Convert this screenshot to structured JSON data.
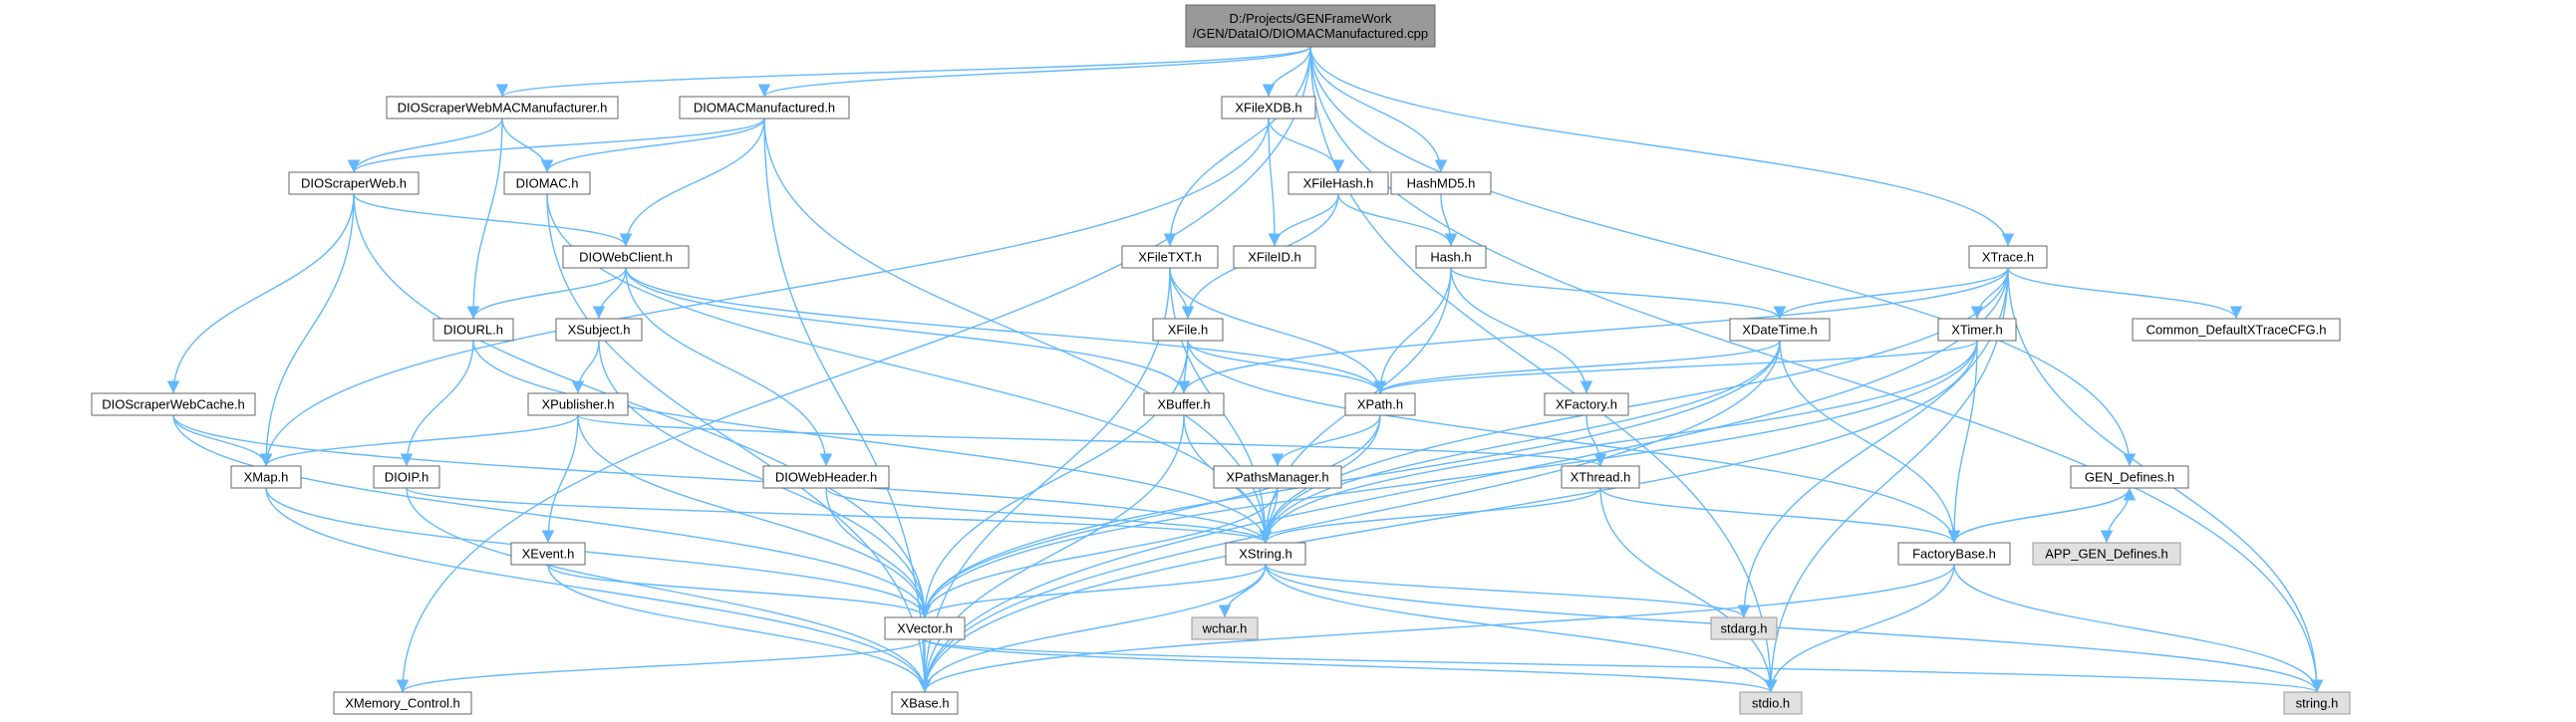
{
  "graph": {
    "root": {
      "id": "root",
      "lines": [
        "D:/Projects/GENFrameWork",
        "/GEN/DataIO/DIOMACManufactured.cpp"
      ]
    },
    "nodes": [
      {
        "id": "DIOScraperWebMACManufacturer.h",
        "label": "DIOScraperWebMACManufacturer.h"
      },
      {
        "id": "DIOMACManufactured.h",
        "label": "DIOMACManufactured.h"
      },
      {
        "id": "XFileXDB.h",
        "label": "XFileXDB.h"
      },
      {
        "id": "HashMD5.h",
        "label": "HashMD5.h"
      },
      {
        "id": "DIOScraperWeb.h",
        "label": "DIOScraperWeb.h"
      },
      {
        "id": "DIOMAC.h",
        "label": "DIOMAC.h"
      },
      {
        "id": "XFileHash.h",
        "label": "XFileHash.h"
      },
      {
        "id": "Hash.h",
        "label": "Hash.h"
      },
      {
        "id": "XFileID.h",
        "label": "XFileID.h"
      },
      {
        "id": "DIOWebClient.h",
        "label": "DIOWebClient.h"
      },
      {
        "id": "XFileTXT.h",
        "label": "XFileTXT.h"
      },
      {
        "id": "XTrace.h",
        "label": "XTrace.h"
      },
      {
        "id": "DIOURL.h",
        "label": "DIOURL.h"
      },
      {
        "id": "XSubject.h",
        "label": "XSubject.h"
      },
      {
        "id": "XFile.h",
        "label": "XFile.h"
      },
      {
        "id": "XDateTime.h",
        "label": "XDateTime.h"
      },
      {
        "id": "XTimer.h",
        "label": "XTimer.h"
      },
      {
        "id": "Common_DefaultXTraceCFG.h",
        "label": "Common_DefaultXTraceCFG.h"
      },
      {
        "id": "DIOScraperWebCache.h",
        "label": "DIOScraperWebCache.h"
      },
      {
        "id": "XPublisher.h",
        "label": "XPublisher.h"
      },
      {
        "id": "XBuffer.h",
        "label": "XBuffer.h"
      },
      {
        "id": "XPath.h",
        "label": "XPath.h"
      },
      {
        "id": "XFactory.h",
        "label": "XFactory.h"
      },
      {
        "id": "XMap.h",
        "label": "XMap.h"
      },
      {
        "id": "DIOIP.h",
        "label": "DIOIP.h"
      },
      {
        "id": "DIOWebHeader.h",
        "label": "DIOWebHeader.h"
      },
      {
        "id": "XPathsManager.h",
        "label": "XPathsManager.h"
      },
      {
        "id": "XThread.h",
        "label": "XThread.h"
      },
      {
        "id": "GEN_Defines.h",
        "label": "GEN_Defines.h"
      },
      {
        "id": "XEvent.h",
        "label": "XEvent.h"
      },
      {
        "id": "XString.h",
        "label": "XString.h"
      },
      {
        "id": "FactoryBase.h",
        "label": "FactoryBase.h"
      },
      {
        "id": "APP_GEN_Defines.h",
        "label": "APP_GEN_Defines.h",
        "system": true
      },
      {
        "id": "XVector.h",
        "label": "XVector.h"
      },
      {
        "id": "wchar.h",
        "label": "wchar.h",
        "system": true
      },
      {
        "id": "stdarg.h",
        "label": "stdarg.h",
        "system": true
      },
      {
        "id": "XMemory_Control.h",
        "label": "XMemory_Control.h"
      },
      {
        "id": "XBase.h",
        "label": "XBase.h"
      },
      {
        "id": "stdio.h",
        "label": "stdio.h",
        "system": true
      },
      {
        "id": "string.h",
        "label": "string.h",
        "system": true
      }
    ],
    "edges": [
      [
        "root",
        "DIOScraperWebMACManufacturer.h"
      ],
      [
        "root",
        "DIOMACManufactured.h"
      ],
      [
        "root",
        "XFileXDB.h"
      ],
      [
        "root",
        "HashMD5.h"
      ],
      [
        "root",
        "XFileTXT.h"
      ],
      [
        "root",
        "XTrace.h"
      ],
      [
        "root",
        "GEN_Defines.h"
      ],
      [
        "root",
        "XMemory_Control.h"
      ],
      [
        "root",
        "stdio.h"
      ],
      [
        "root",
        "string.h"
      ],
      [
        "DIOScraperWebMACManufacturer.h",
        "DIOScraperWeb.h"
      ],
      [
        "DIOScraperWebMACManufacturer.h",
        "DIOMAC.h"
      ],
      [
        "DIOScraperWebMACManufacturer.h",
        "DIOURL.h"
      ],
      [
        "DIOMACManufactured.h",
        "DIOScraperWeb.h"
      ],
      [
        "DIOMACManufactured.h",
        "DIOMAC.h"
      ],
      [
        "DIOMACManufactured.h",
        "DIOWebClient.h"
      ],
      [
        "DIOMACManufactured.h",
        "XString.h"
      ],
      [
        "DIOMACManufactured.h",
        "XBase.h"
      ],
      [
        "XFileXDB.h",
        "XFileHash.h"
      ],
      [
        "XFileXDB.h",
        "XFileID.h"
      ],
      [
        "XFileXDB.h",
        "XMap.h"
      ],
      [
        "HashMD5.h",
        "Hash.h"
      ],
      [
        "DIOScraperWeb.h",
        "DIOWebClient.h"
      ],
      [
        "DIOScraperWeb.h",
        "DIOScraperWebCache.h"
      ],
      [
        "DIOScraperWeb.h",
        "XMap.h"
      ],
      [
        "DIOScraperWeb.h",
        "XVector.h"
      ],
      [
        "DIOMAC.h",
        "XString.h"
      ],
      [
        "DIOMAC.h",
        "XBase.h"
      ],
      [
        "XFileHash.h",
        "XFileID.h"
      ],
      [
        "XFileHash.h",
        "Hash.h"
      ],
      [
        "XFileHash.h",
        "XFile.h"
      ],
      [
        "Hash.h",
        "XDateTime.h"
      ],
      [
        "Hash.h",
        "XPath.h"
      ],
      [
        "Hash.h",
        "XFactory.h"
      ],
      [
        "Hash.h",
        "XString.h"
      ],
      [
        "DIOWebClient.h",
        "DIOURL.h"
      ],
      [
        "DIOWebClient.h",
        "XSubject.h"
      ],
      [
        "DIOWebClient.h",
        "DIOWebHeader.h"
      ],
      [
        "DIOWebClient.h",
        "XBuffer.h"
      ],
      [
        "DIOWebClient.h",
        "XPath.h"
      ],
      [
        "XFileTXT.h",
        "XFile.h"
      ],
      [
        "XFileTXT.h",
        "XPath.h"
      ],
      [
        "XFileTXT.h",
        "XString.h"
      ],
      [
        "XFileTXT.h",
        "XBase.h"
      ],
      [
        "XTrace.h",
        "XDateTime.h"
      ],
      [
        "XTrace.h",
        "XTimer.h"
      ],
      [
        "XTrace.h",
        "Common_DefaultXTraceCFG.h"
      ],
      [
        "XTrace.h",
        "XBuffer.h"
      ],
      [
        "XTrace.h",
        "XString.h"
      ],
      [
        "XTrace.h",
        "stdarg.h"
      ],
      [
        "XTrace.h",
        "XBase.h"
      ],
      [
        "XTrace.h",
        "stdio.h"
      ],
      [
        "XTrace.h",
        "string.h"
      ],
      [
        "DIOURL.h",
        "DIOIP.h"
      ],
      [
        "DIOURL.h",
        "XString.h"
      ],
      [
        "XSubject.h",
        "XPublisher.h"
      ],
      [
        "XSubject.h",
        "XVector.h"
      ],
      [
        "XFile.h",
        "XBuffer.h"
      ],
      [
        "XFile.h",
        "XPath.h"
      ],
      [
        "XFile.h",
        "XVector.h"
      ],
      [
        "XFile.h",
        "FactoryBase.h"
      ],
      [
        "XDateTime.h",
        "XPath.h"
      ],
      [
        "XDateTime.h",
        "XString.h"
      ],
      [
        "XDateTime.h",
        "FactoryBase.h"
      ],
      [
        "XDateTime.h",
        "XVector.h"
      ],
      [
        "XDateTime.h",
        "XBase.h"
      ],
      [
        "XTimer.h",
        "XPath.h"
      ],
      [
        "XTimer.h",
        "XString.h"
      ],
      [
        "XTimer.h",
        "FactoryBase.h"
      ],
      [
        "XTimer.h",
        "XVector.h"
      ],
      [
        "XTimer.h",
        "XBase.h"
      ],
      [
        "DIOScraperWebCache.h",
        "XMap.h"
      ],
      [
        "DIOScraperWebCache.h",
        "XString.h"
      ],
      [
        "DIOScraperWebCache.h",
        "XVector.h"
      ],
      [
        "XPublisher.h",
        "XMap.h"
      ],
      [
        "XPublisher.h",
        "XEvent.h"
      ],
      [
        "XPublisher.h",
        "XVector.h"
      ],
      [
        "XPublisher.h",
        "XThread.h"
      ],
      [
        "XBuffer.h",
        "XString.h"
      ],
      [
        "XBuffer.h",
        "XBase.h"
      ],
      [
        "XPath.h",
        "XPathsManager.h"
      ],
      [
        "XPath.h",
        "XString.h"
      ],
      [
        "XPath.h",
        "XVector.h"
      ],
      [
        "XFactory.h",
        "XThread.h"
      ],
      [
        "XMap.h",
        "XVector.h"
      ],
      [
        "XMap.h",
        "XBase.h"
      ],
      [
        "DIOIP.h",
        "XString.h"
      ],
      [
        "DIOIP.h",
        "XBase.h"
      ],
      [
        "DIOWebHeader.h",
        "XString.h"
      ],
      [
        "DIOWebHeader.h",
        "XVector.h"
      ],
      [
        "XPathsManager.h",
        "XString.h"
      ],
      [
        "XPathsManager.h",
        "XVector.h"
      ],
      [
        "XThread.h",
        "XString.h"
      ],
      [
        "XThread.h",
        "FactoryBase.h"
      ],
      [
        "XThread.h",
        "stdio.h"
      ],
      [
        "GEN_Defines.h",
        "FactoryBase.h"
      ],
      [
        "GEN_Defines.h",
        "APP_GEN_Defines.h"
      ],
      [
        "XEvent.h",
        "XVector.h"
      ],
      [
        "XEvent.h",
        "XBase.h"
      ],
      [
        "XString.h",
        "XVector.h"
      ],
      [
        "XString.h",
        "wchar.h"
      ],
      [
        "XString.h",
        "stdarg.h"
      ],
      [
        "XString.h",
        "XBase.h"
      ],
      [
        "XString.h",
        "stdio.h"
      ],
      [
        "XString.h",
        "string.h"
      ],
      [
        "FactoryBase.h",
        "GEN_Defines.h"
      ],
      [
        "FactoryBase.h",
        "XBase.h"
      ],
      [
        "FactoryBase.h",
        "stdio.h"
      ],
      [
        "FactoryBase.h",
        "string.h"
      ],
      [
        "XVector.h",
        "XMemory_Control.h"
      ],
      [
        "XVector.h",
        "XBase.h"
      ],
      [
        "XVector.h",
        "stdio.h"
      ],
      [
        "XVector.h",
        "string.h"
      ]
    ]
  },
  "colors": {
    "edge": "#63b8ff",
    "node_border": "#666666",
    "root_fill": "#999999",
    "system_fill": "#e0e0e0",
    "node_fill": "#ffffff"
  }
}
